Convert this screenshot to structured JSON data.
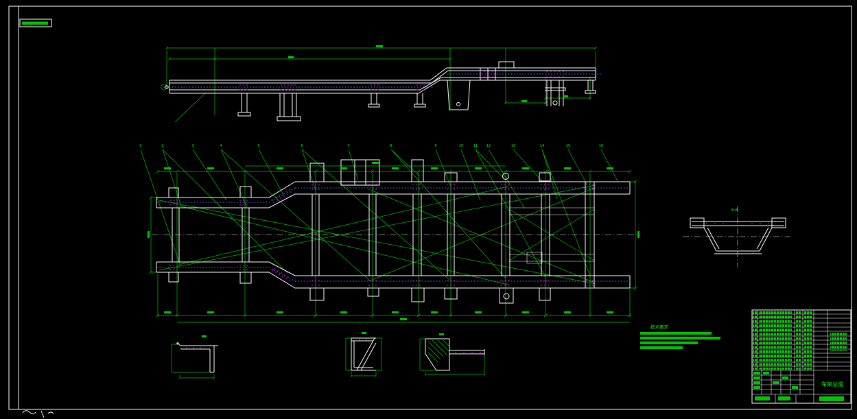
{
  "colors": {
    "background": "#000000",
    "geometry": "#ffffff",
    "dimension_green": "#00c400",
    "text_green": "#00ff00",
    "rivet_magenta": "#ff00ff",
    "centerline_blue": "#5566ff"
  },
  "callouts": {
    "items": [
      "1",
      "2",
      "3",
      "4",
      "5",
      "6",
      "7",
      "8",
      "9",
      "10",
      "11",
      "12",
      "13",
      "14",
      "15",
      "16"
    ]
  },
  "section": {
    "label": "B-B"
  },
  "notes": {
    "title": "技术要求"
  },
  "title_block": {
    "title": "车架总成"
  }
}
